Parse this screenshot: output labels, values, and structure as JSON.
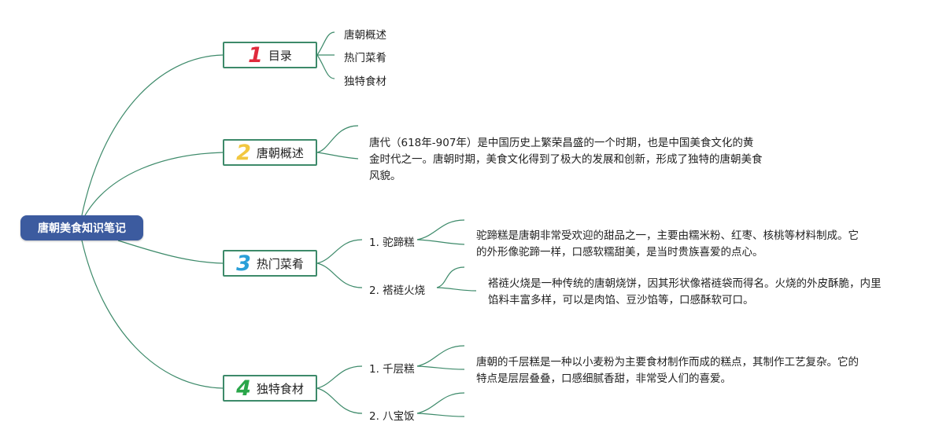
{
  "root": {
    "title": "唐朝美食知识笔记"
  },
  "colors": {
    "root_bg": "#3c5b9f",
    "branch": "#3d8a6a",
    "num1": "#e02a3c",
    "num2": "#f2c740",
    "num3": "#2a9fd8",
    "num4": "#2aa64a"
  },
  "topics": [
    {
      "num": "1",
      "label": "目录",
      "children": [
        "唐朝概述",
        "热门菜肴",
        "独特食材"
      ]
    },
    {
      "num": "2",
      "label": "唐朝概述",
      "text": "唐代（618年-907年）是中国历史上繁荣昌盛的一个时期，也是中国美食文化的黄金时代之一。唐朝时期，美食文化得到了极大的发展和创新，形成了独特的唐朝美食风貌。"
    },
    {
      "num": "3",
      "label": "热门菜肴",
      "items": [
        {
          "label": "1. 驼蹄糕",
          "text": "驼蹄糕是唐朝非常受欢迎的甜品之一，主要由糯米粉、红枣、核桃等材料制成。它的外形像驼蹄一样，口感软糯甜美，是当时贵族喜爱的点心。"
        },
        {
          "label": "2. 褡裢火烧",
          "text": "褡裢火烧是一种传统的唐朝烧饼，因其形状像褡裢袋而得名。火烧的外皮酥脆，内里馅料丰富多样，可以是肉馅、豆沙馅等，口感酥软可口。"
        }
      ]
    },
    {
      "num": "4",
      "label": "独特食材",
      "items": [
        {
          "label": "1. 千层糕",
          "text": "唐朝的千层糕是一种以小麦粉为主要食材制作而成的糕点，其制作工艺复杂。它的特点是层层叠叠，口感细腻香甜，非常受人们的喜爱。"
        },
        {
          "label": "2. 八宝饭",
          "text": ""
        }
      ]
    }
  ]
}
